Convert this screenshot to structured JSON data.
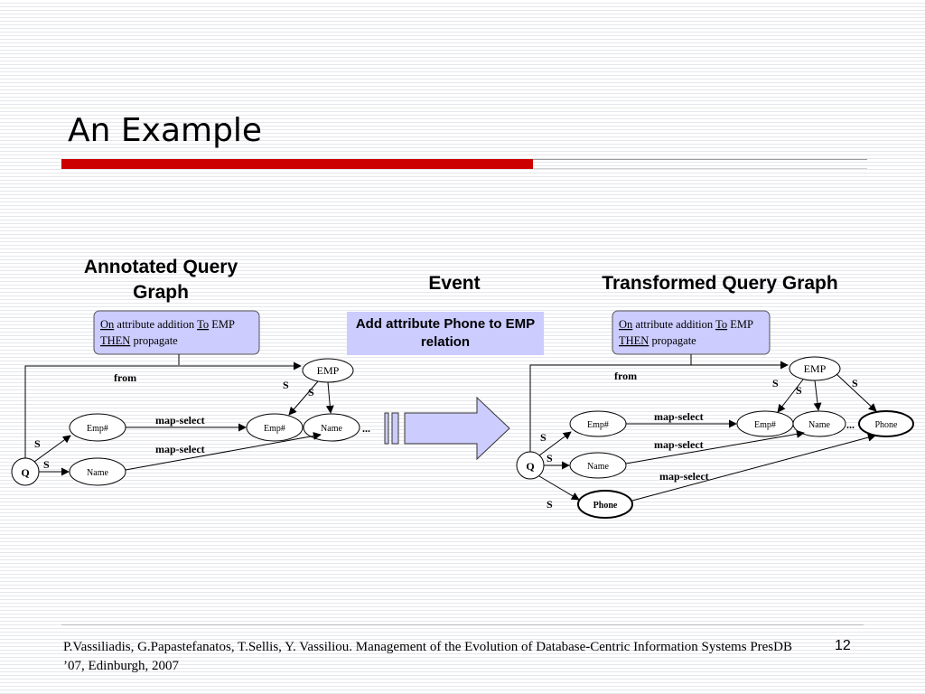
{
  "slide": {
    "title": "An Example",
    "footer": "P.Vassiliadis, G.Papastefanatos, T.Sellis, Y. Vassiliou. Management of the Evolution of Database-Centric Information Systems PresDB ’07, Edinburgh, 2007",
    "page_number": "12"
  },
  "headings": {
    "left": "Annotated Query Graph",
    "middle": "Event",
    "right": "Transformed Query Graph"
  },
  "event_box": "Add attribute Phone to EMP relation",
  "policy": {
    "on": "On",
    "line1_mid": " attribute addition ",
    "to": "To",
    "line1_end": " EMP",
    "then": "THEN",
    "line2_end": " propagate"
  },
  "left_graph": {
    "nodes": {
      "emp": "EMP",
      "emp_no_left": "Emp#",
      "emp_no_right": "Emp#",
      "name_right": "Name",
      "q": "Q",
      "name_left": "Name",
      "ellipsis": "..."
    },
    "edges": {
      "from": "from",
      "s_emp_empno": "S",
      "s_emp_name": "S",
      "s_q_empno": "S",
      "s_q_name": "S",
      "map_select_1": "map-select",
      "map_select_2": "map-select"
    }
  },
  "right_graph": {
    "nodes": {
      "emp": "EMP",
      "emp_no_left": "Emp#",
      "emp_no_right": "Emp#",
      "name_right": "Name",
      "phone_right": "Phone",
      "q": "Q",
      "name_left": "Name",
      "phone_left": "Phone",
      "ellipsis": "..."
    },
    "edges": {
      "from": "from",
      "s_emp_empno": "S",
      "s_emp_name": "S",
      "s_emp_phone": "S",
      "s_q_empno": "S",
      "s_q_name": "S",
      "s_q_phone": "S",
      "map_select_1": "map-select",
      "map_select_2": "map-select",
      "map_select_3": "map-select"
    }
  },
  "colors": {
    "accent_bar": "#cc0000",
    "policy_fill": "#ccccff",
    "event_fill": "#ccccff",
    "arrow_fill": "#ccccff"
  }
}
